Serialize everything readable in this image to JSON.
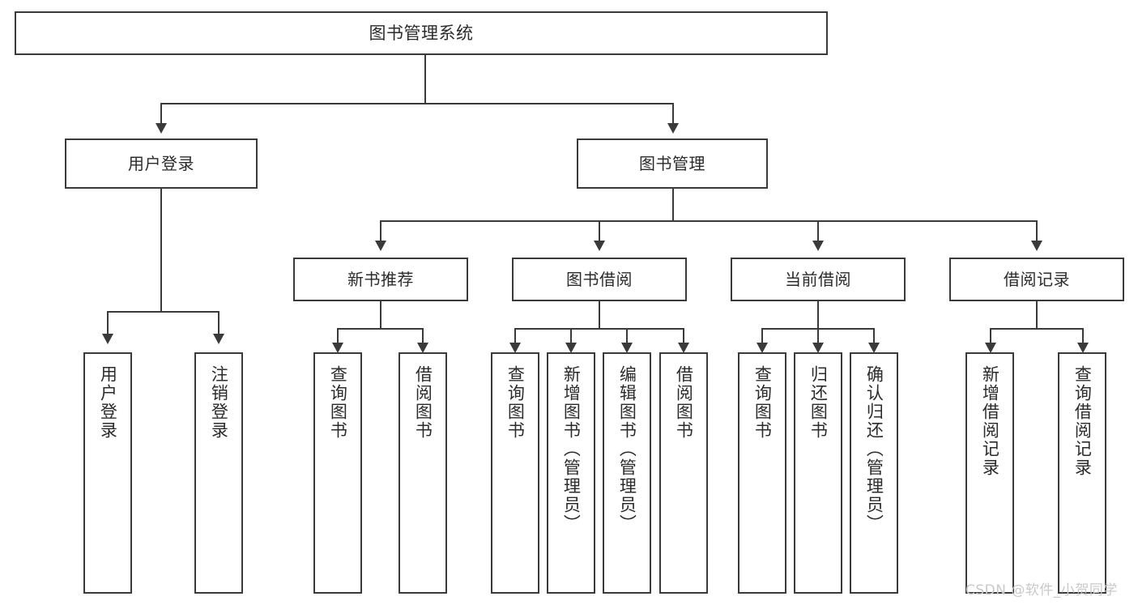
{
  "diagram": {
    "title": "图书管理系统",
    "type": "tree-hierarchy",
    "root": {
      "label": "图书管理系统"
    },
    "level2": [
      {
        "label": "用户登录"
      },
      {
        "label": "图书管理"
      }
    ],
    "level3": [
      {
        "label": "新书推荐"
      },
      {
        "label": "图书借阅"
      },
      {
        "label": "当前借阅"
      },
      {
        "label": "借阅记录"
      }
    ],
    "leaves": {
      "user_login": [
        {
          "label": "用户登录"
        },
        {
          "label": "注销登录"
        }
      ],
      "new_book_recommend": [
        {
          "label": "查询图书"
        },
        {
          "label": "借阅图书"
        }
      ],
      "book_borrow": [
        {
          "label": "查询图书"
        },
        {
          "label": "新增图书（管理员）"
        },
        {
          "label": "编辑图书（管理员）"
        },
        {
          "label": "借阅图书"
        }
      ],
      "current_borrow": [
        {
          "label": "查询图书"
        },
        {
          "label": "归还图书"
        },
        {
          "label": "确认归还（管理员）"
        }
      ],
      "borrow_record": [
        {
          "label": "新增借阅记录"
        },
        {
          "label": "查询借阅记录"
        }
      ]
    }
  },
  "watermark": {
    "text": "CSDN @软件_小贺同学"
  },
  "colors": {
    "border": "#3a3a3a",
    "text": "#2b2b2b",
    "background": "#ffffff",
    "watermark": "#c9c9c9"
  }
}
